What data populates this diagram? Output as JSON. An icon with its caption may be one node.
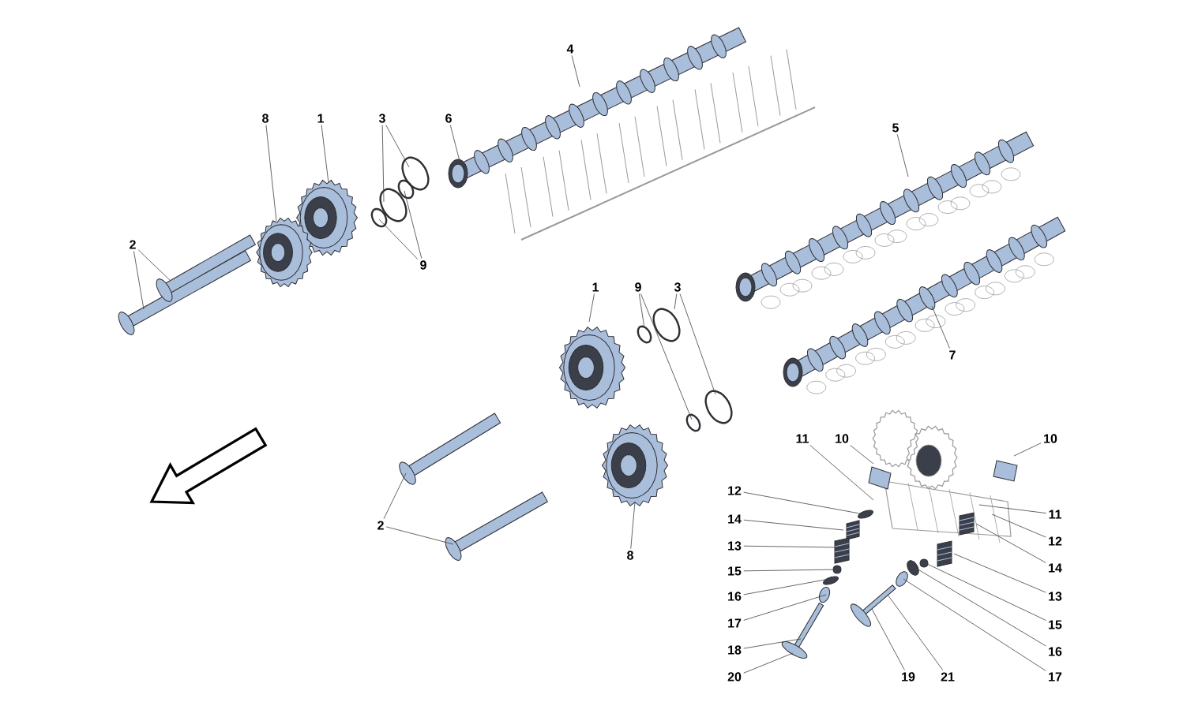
{
  "diagram": {
    "nodes": [
      {
        "text": [
          "4"
        ]
      },
      {
        "text": [
          "8"
        ]
      },
      {
        "text": [
          "1"
        ]
      },
      {
        "text": [
          "3"
        ]
      },
      {
        "text": [
          "6"
        ]
      },
      {
        "text": [
          "5"
        ]
      },
      {
        "text": [
          "2"
        ]
      },
      {
        "text": [
          "9"
        ]
      },
      {
        "text": [
          "1"
        ]
      },
      {
        "text": [
          "9"
        ]
      },
      {
        "text": [
          "3"
        ]
      },
      {
        "text": [
          "7"
        ]
      },
      {
        "text": [
          "11"
        ]
      },
      {
        "text": [
          "10"
        ]
      },
      {
        "text": [
          "10"
        ]
      },
      {
        "text": [
          "12"
        ]
      },
      {
        "text": [
          "11"
        ]
      },
      {
        "text": [
          "14"
        ]
      },
      {
        "text": [
          "2"
        ]
      },
      {
        "text": [
          "12"
        ]
      },
      {
        "text": [
          "13"
        ]
      },
      {
        "text": [
          "8"
        ]
      },
      {
        "text": [
          "14"
        ]
      },
      {
        "text": [
          "15"
        ]
      },
      {
        "text": [
          "16"
        ]
      },
      {
        "text": [
          "13"
        ]
      },
      {
        "text": [
          "17"
        ]
      },
      {
        "text": [
          "15"
        ]
      },
      {
        "text": [
          "18"
        ]
      },
      {
        "text": [
          "16"
        ]
      },
      {
        "text": [
          "20"
        ]
      },
      {
        "text": [
          "19"
        ]
      },
      {
        "text": [
          "21"
        ]
      },
      {
        "text": [
          "17"
        ]
      }
    ],
    "edges": [
      {
        "from": 0,
        "to": null,
        "arrow": "none"
      },
      {
        "from": 1,
        "to": null,
        "arrow": "none"
      },
      {
        "from": 2,
        "to": null,
        "arrow": "none"
      },
      {
        "from": 3,
        "to": null,
        "arrow": "none"
      },
      {
        "from": 3,
        "to": null,
        "arrow": "none"
      },
      {
        "from": 4,
        "to": null,
        "arrow": "none"
      },
      {
        "from": 5,
        "to": null,
        "arrow": "none"
      },
      {
        "from": 6,
        "to": null,
        "arrow": "none"
      },
      {
        "from": 6,
        "to": null,
        "arrow": "none"
      },
      {
        "from": 7,
        "to": null,
        "arrow": "none"
      },
      {
        "from": 7,
        "to": null,
        "arrow": "none"
      },
      {
        "from": 8,
        "to": null,
        "arrow": "none"
      },
      {
        "from": 9,
        "to": null,
        "arrow": "none"
      },
      {
        "from": 9,
        "to": null,
        "arrow": "none"
      },
      {
        "from": 10,
        "to": null,
        "arrow": "none"
      },
      {
        "from": 10,
        "to": null,
        "arrow": "none"
      },
      {
        "from": 11,
        "to": null,
        "arrow": "none"
      },
      {
        "from": 12,
        "to": null,
        "arrow": "none"
      },
      {
        "from": 13,
        "to": null,
        "arrow": "none"
      },
      {
        "from": 14,
        "to": null,
        "arrow": "none"
      },
      {
        "from": 15,
        "to": null,
        "arrow": "none"
      },
      {
        "from": 16,
        "to": null,
        "arrow": "none"
      },
      {
        "from": 17,
        "to": null,
        "arrow": "none"
      },
      {
        "from": 18,
        "to": null,
        "arrow": "none"
      },
      {
        "from": 18,
        "to": null,
        "arrow": "none"
      },
      {
        "from": 19,
        "to": null,
        "arrow": "none"
      },
      {
        "from": 20,
        "to": null,
        "arrow": "none"
      },
      {
        "from": 21,
        "to": null,
        "arrow": "none"
      },
      {
        "from": 22,
        "to": null,
        "arrow": "none"
      },
      {
        "from": 23,
        "to": null,
        "arrow": "none"
      },
      {
        "from": 24,
        "to": null,
        "arrow": "none"
      },
      {
        "from": 25,
        "to": null,
        "arrow": "none"
      },
      {
        "from": 26,
        "to": null,
        "arrow": "none"
      },
      {
        "from": 27,
        "to": null,
        "arrow": "none"
      },
      {
        "from": 28,
        "to": null,
        "arrow": "none"
      },
      {
        "from": 29,
        "to": null,
        "arrow": "none"
      },
      {
        "from": 30,
        "to": null,
        "arrow": "none"
      },
      {
        "from": 31,
        "to": null,
        "arrow": "none"
      },
      {
        "from": 32,
        "to": null,
        "arrow": "none"
      },
      {
        "from": 33,
        "to": null,
        "arrow": "none"
      }
    ]
  }
}
